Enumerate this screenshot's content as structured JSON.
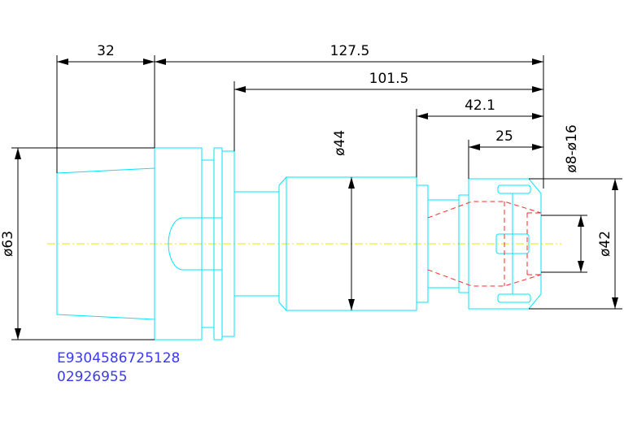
{
  "dimensions": {
    "length_32": "32",
    "length_127_5": "127.5",
    "length_101_5": "101.5",
    "length_42_1": "42.1",
    "length_25": "25",
    "diameter_63": "ø63",
    "diameter_44": "ø44",
    "diameter_42": "ø42",
    "clamping_range": "ø8-ø16"
  },
  "codes": {
    "part_number": "E9304586725128",
    "order_number": "02926955"
  },
  "colors": {
    "outline": "#00e5ff",
    "hidden_lines": "#ff2a2a",
    "center_line": "#e8e800",
    "dimension_lines": "#000000",
    "code_text": "#3a3af0"
  }
}
